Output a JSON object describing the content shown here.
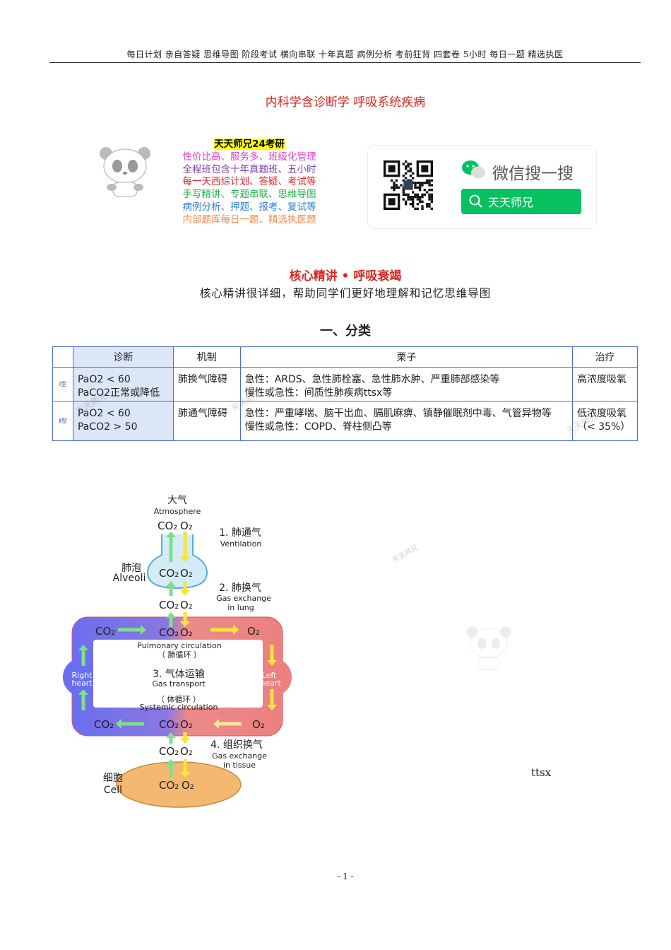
{
  "header": {
    "text": "每日计划 亲自答疑 思维导图 阶段考试 横向串联 十年真题 病例分析 考前狂背 四套卷 5小时 每日一题 精选执医"
  },
  "title": "内科学含诊断学 呼吸系统疾病",
  "ad": {
    "lines": [
      {
        "text": "天天师兄24考研",
        "color": "#000000",
        "highlight": "#ffff00"
      },
      {
        "text": "性价比高、服务多、班级化管理",
        "color": "#e040c8"
      },
      {
        "text": "全程班包含十年真题班、五小时",
        "color": "#7b3fa8"
      },
      {
        "text": "每一天西综计划、答疑、考试等",
        "color": "#e8202a"
      },
      {
        "text": "手写精讲、专题串联、思维导图",
        "color": "#22b04a"
      },
      {
        "text": "病例分析、押题、报考、复试等",
        "color": "#2b7fd0"
      },
      {
        "text": "内部题库每日一题、精选执医题",
        "color": "#f08a4b"
      }
    ],
    "wechat_title": "微信搜一搜",
    "search_button": "天天师兄",
    "wechat_green": "#07c160"
  },
  "section": {
    "title": "核心精讲 • 呼吸衰竭",
    "subtitle": "核心精讲很详细，帮助同学们更好地理解和记忆思维导图",
    "heading": "一、分类"
  },
  "table": {
    "headers": [
      "",
      "诊断",
      "机制",
      "栗子",
      "治疗"
    ],
    "rows": [
      {
        "type": "Ⅰ型",
        "dx1": "PaO2 < 60",
        "dx2": "PaCO2正常或降低",
        "mech": "肺换气障碍",
        "ex1": "急性：ARDS、急性肺栓塞、急性肺水肿、严重肺部感染等",
        "ex2": "慢性或急性：间质性肺疾病ttsx等",
        "tx1": "高浓度吸氧",
        "tx2": ""
      },
      {
        "type": "Ⅱ型",
        "dx1": "PaO2 < 60",
        "dx2": "PaCO2 > 50",
        "mech": "肺通气障碍",
        "ex1": "急性：严重哮喘、脑干出血、膈肌麻痹、镇静催眠剂中毒、气管异物等",
        "ex2": "慢性或急性：COPD、脊柱侧凸等",
        "tx1": "低浓度吸氧",
        "tx2": "（< 35%）"
      }
    ]
  },
  "diagram": {
    "atm_cn": "大气",
    "atm_en": "Atmosphere",
    "alv_cn": "肺泡",
    "alv_en": "Alveoli",
    "s1_cn": "1. 肺通气",
    "s1_en": "Ventilation",
    "s2_cn": "2. 肺换气",
    "s2_en1": "Gas exchange",
    "s2_en2": "in lung",
    "pul_en": "Pulmonary circulation",
    "pul_cn": "（ 肺循环 ）",
    "s3_cn": "3. 气体运输",
    "s3_en": "Gas transport",
    "sys_cn": "（ 体循环 ）",
    "sys_en": "Systemic circulation",
    "rh1": "Right",
    "rh2": "heart",
    "lh1": "Left",
    "lh2": "heart",
    "s4_cn": "4. 组织换气",
    "s4_en1": "Gas exchange",
    "s4_en2": "in tissue",
    "cell_cn": "细胞",
    "cell_en": "Cell",
    "co2": "CO₂",
    "o2": "O₂"
  },
  "watermark": "天天师兄",
  "ttsx": "ttsx",
  "page_number": "- 1 -"
}
